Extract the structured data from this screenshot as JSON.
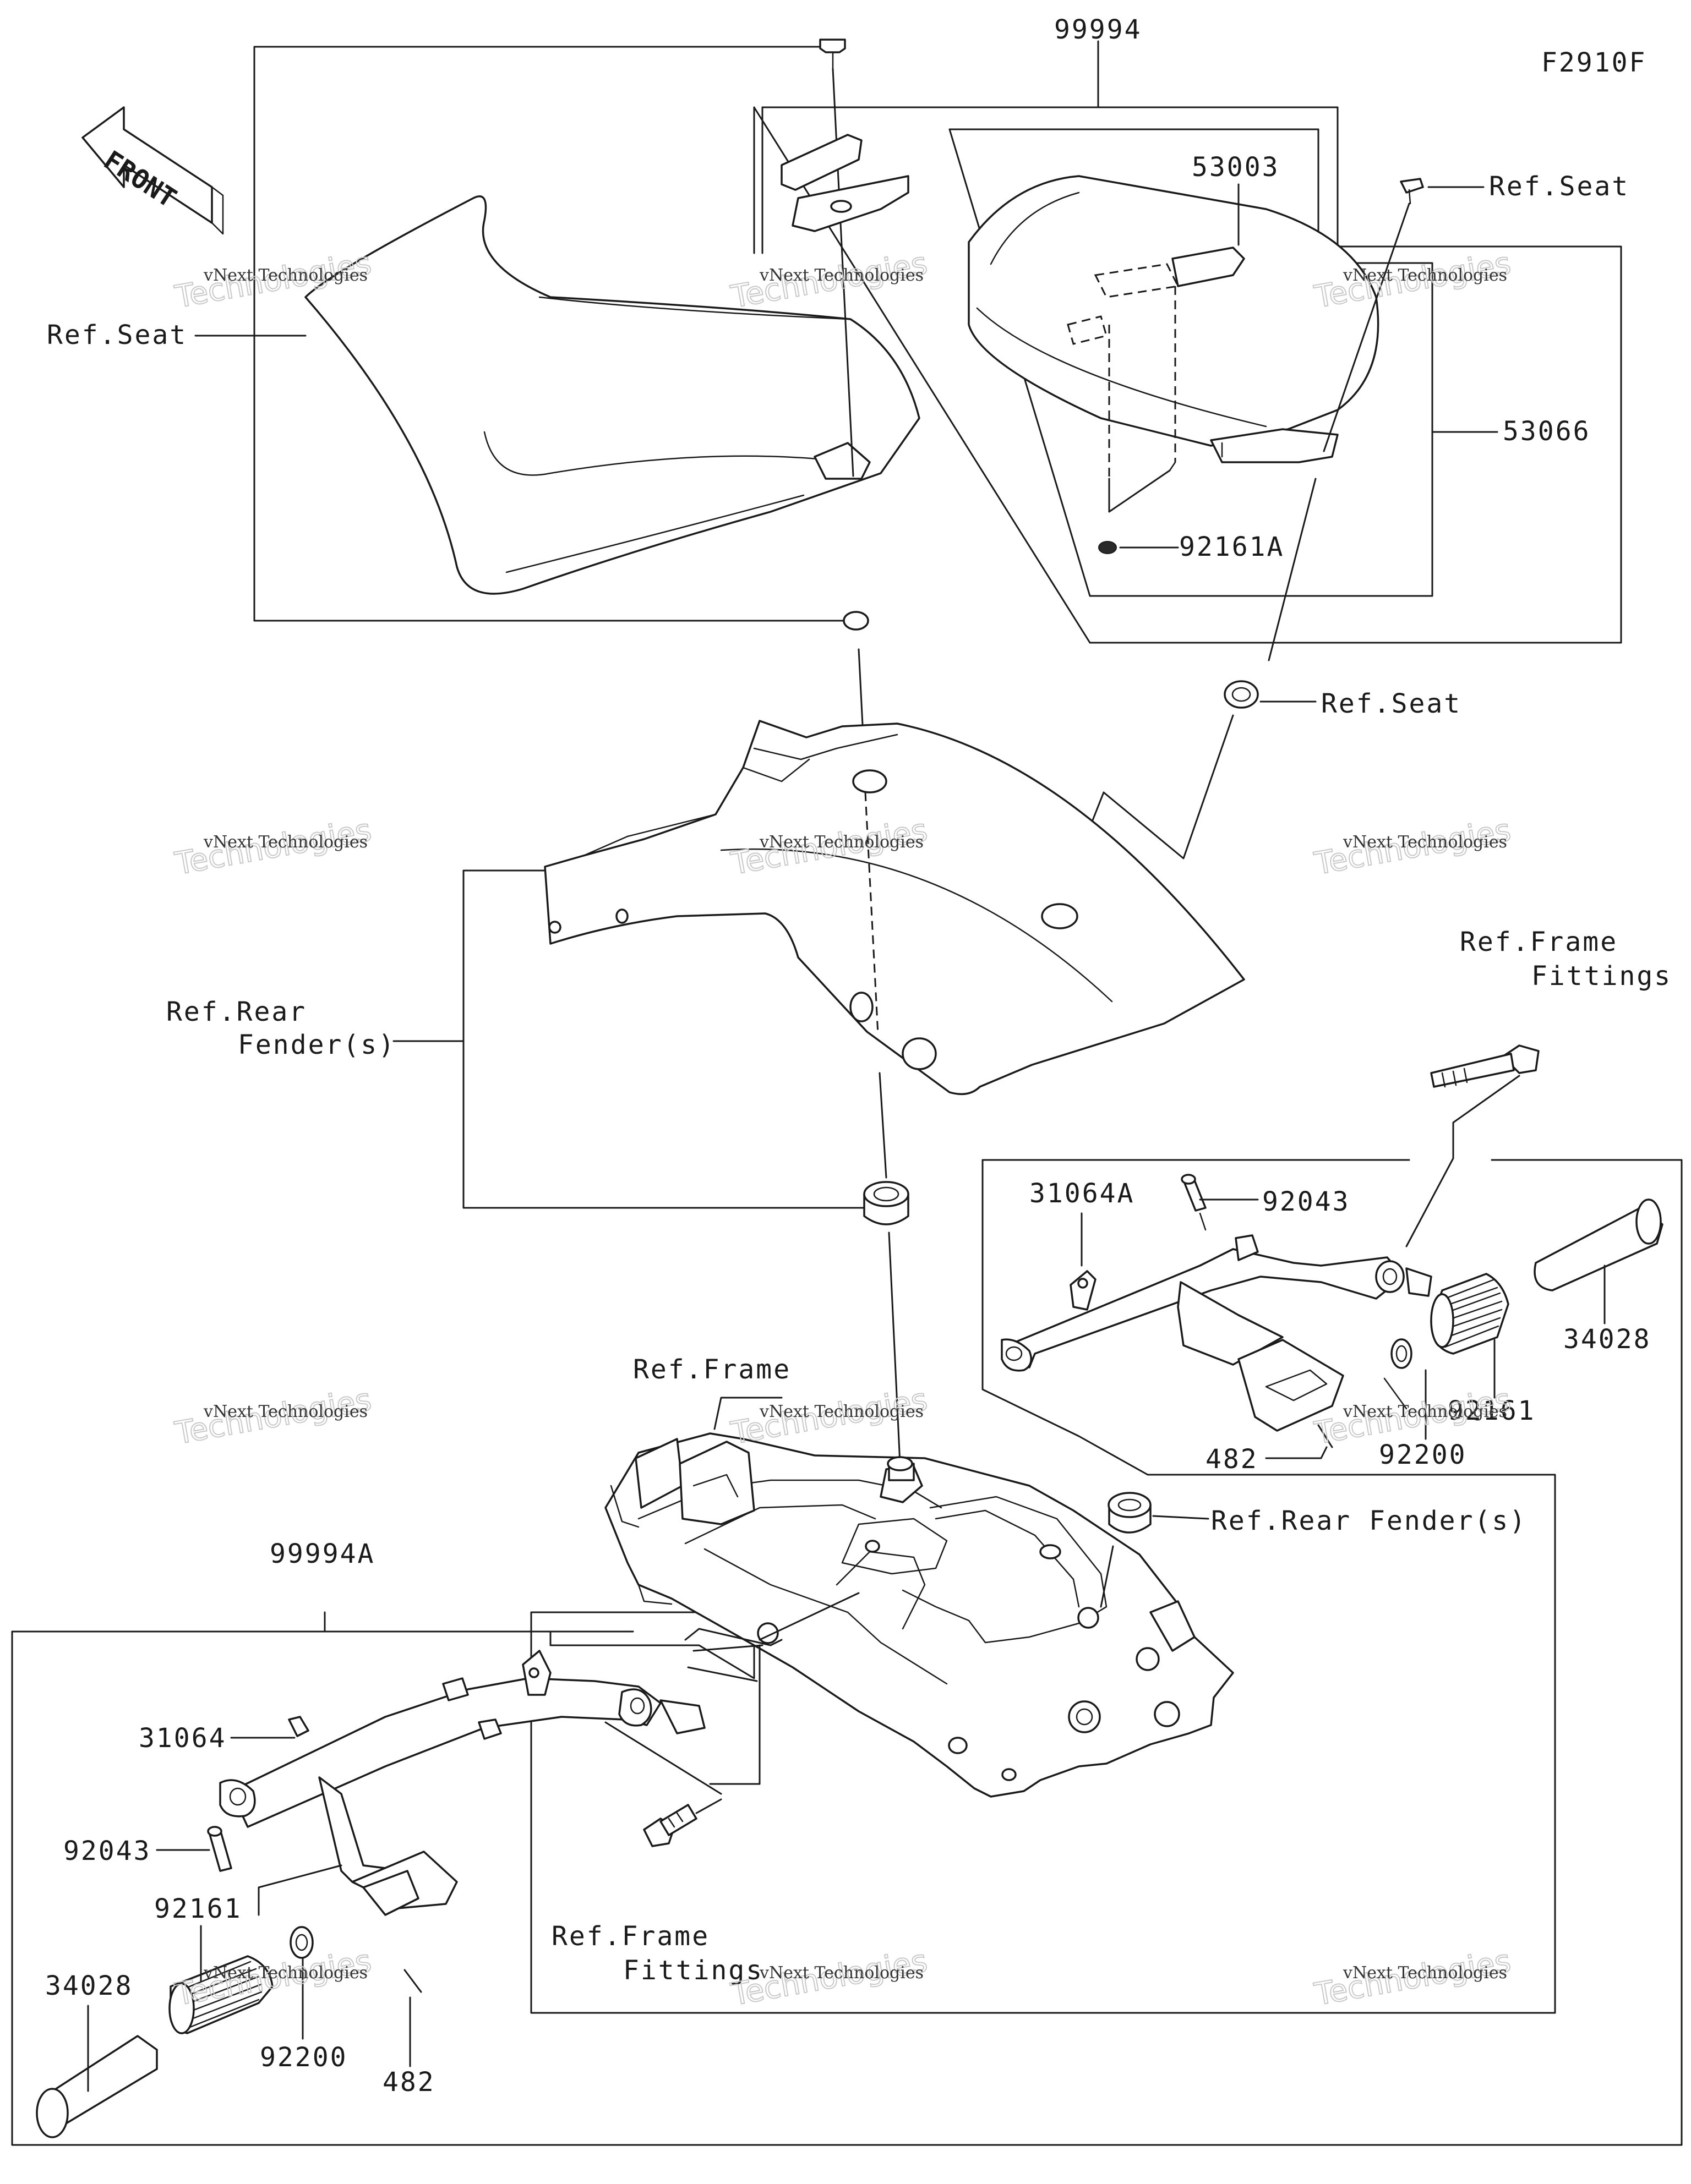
{
  "figure_code": "F2910F",
  "front_arrow": {
    "label": "FRONT",
    "icon": "front-direction-arrow-icon"
  },
  "callouts": {
    "c99994": "99994",
    "c99994A": "99994A",
    "c53003": "53003",
    "c53066": "53066",
    "c92161A": "92161A",
    "ref_seat_left": "Ref.Seat",
    "ref_seat_top_right": "Ref.Seat",
    "ref_seat_mid": "Ref.Seat",
    "ref_rear_fender_1": "Ref.Rear",
    "ref_rear_fender_2": "Fender(s)",
    "ref_frame_fittings_r1": "Ref.Frame",
    "ref_frame_fittings_r2": "Fittings",
    "ref_frame": "Ref.Frame",
    "ref_rear_fender_right": "Ref.Rear Fender(s)",
    "c31064A": "31064A",
    "c92043_r": "92043",
    "c34028_r": "34028",
    "c92161_r": "92161",
    "c92200_r": "92200",
    "c482_r": "482",
    "c31064": "31064",
    "c92043_l": "92043",
    "c92161_l": "92161",
    "c34028_l": "34028",
    "c92200_l": "92200",
    "c482_l": "482",
    "ref_frame_fittings_l1": "Ref.Frame",
    "ref_frame_fittings_l2": "Fittings"
  },
  "watermark": {
    "line1": "vNext Technologies",
    "line2": "Technologies"
  }
}
